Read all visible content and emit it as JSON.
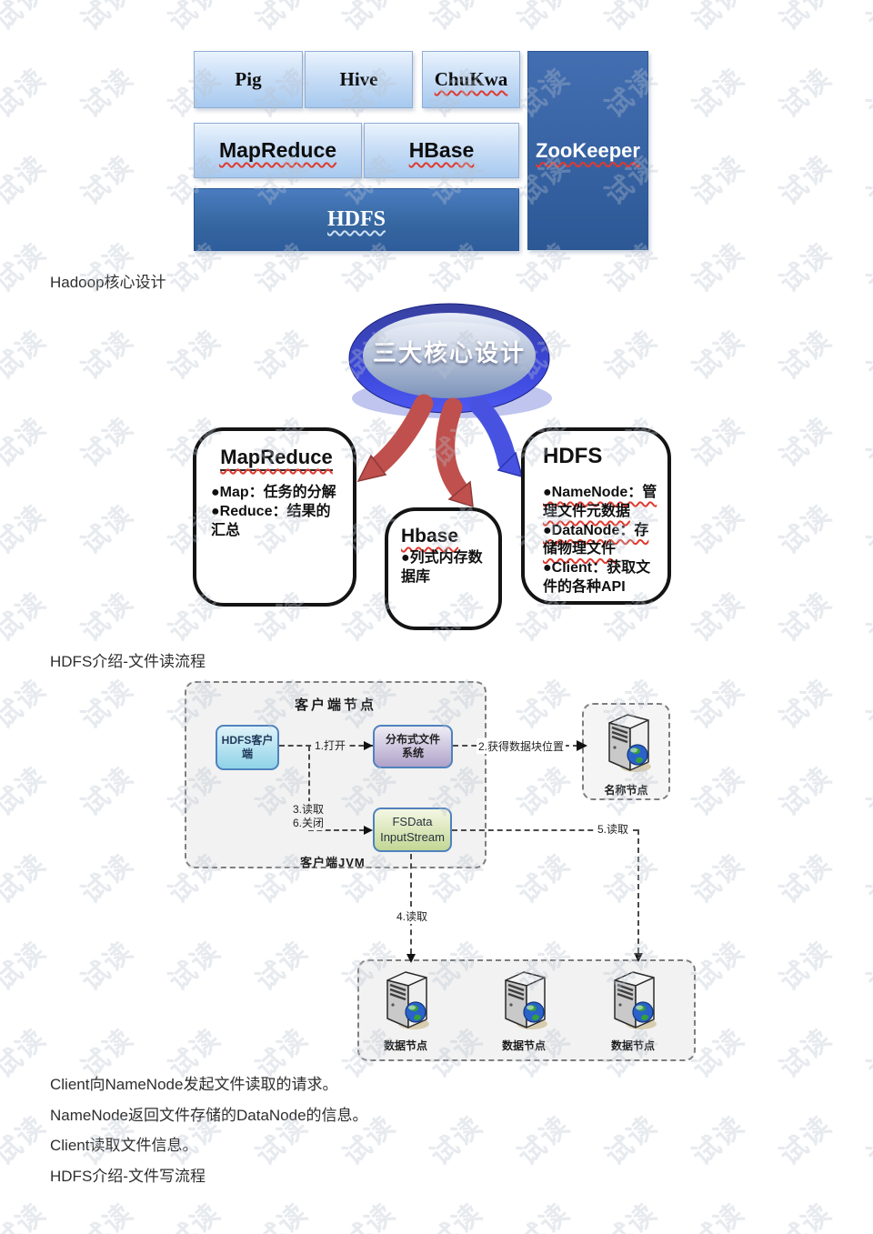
{
  "watermark": {
    "text": "试读"
  },
  "hadoop_stack": {
    "pig": "Pig",
    "hive": "Hive",
    "chukwa": "ChuKwa",
    "mapreduce": "MapReduce",
    "hbase": "HBase",
    "hdfs": "HDFS",
    "zookeeper": "ZooKeeper"
  },
  "headings": {
    "core_design": "Hadoop核心设计",
    "read_flow": "HDFS介绍-文件读流程",
    "write_flow": "HDFS介绍-文件写流程"
  },
  "core_diagram": {
    "center": "三大核心设计",
    "mapreduce": {
      "title": "MapReduce",
      "bullets": [
        "●Map：任务的分解",
        "●Reduce：结果的汇总"
      ]
    },
    "hbase": {
      "title": "Hbase",
      "bullets": [
        "●列式内存数据库"
      ]
    },
    "hdfs": {
      "title": "HDFS",
      "bullets": [
        "●NameNode：管理文件元数据",
        "●DataNode：存储物理文件",
        "●Client：获取文件的各种API"
      ]
    }
  },
  "read_flow_diagram": {
    "client_node_label": "客户端节点",
    "client_jvm_label": "客户端JVM",
    "hdfs_client": "HDFS客户端",
    "dfs_line1": "分布式文件",
    "dfs_line2": "系统",
    "fsdata_line1": "FSData",
    "fsdata_line2": "InputStream",
    "namenode_label": "名称节点",
    "datanode_labels": [
      "数据节点",
      "数据节点",
      "数据节点"
    ],
    "steps": {
      "open": "1.打开",
      "get_block_location": "2.获得数据块位置",
      "read3": "3.读取",
      "close6": "6.关闭",
      "read4": "4.读取",
      "read5": "5.读取"
    }
  },
  "paragraphs": [
    "Client向NameNode发起文件读取的请求。",
    "NameNode返回文件存储的DataNode的信息。",
    "Client读取文件信息。"
  ],
  "colors": {
    "stack_light_blue": "#a7c9ef",
    "stack_dark_blue": "#35669f",
    "arrow_red": "#c0504d",
    "arrow_blue": "#4753e0",
    "squiggle_red": "#e03a2f",
    "hdfs_client_fill": "#8fd3e8",
    "dfs_fill": "#b0a2ca",
    "fsdata_fill": "#c3d794",
    "container_gray": "#f2f2f2"
  }
}
